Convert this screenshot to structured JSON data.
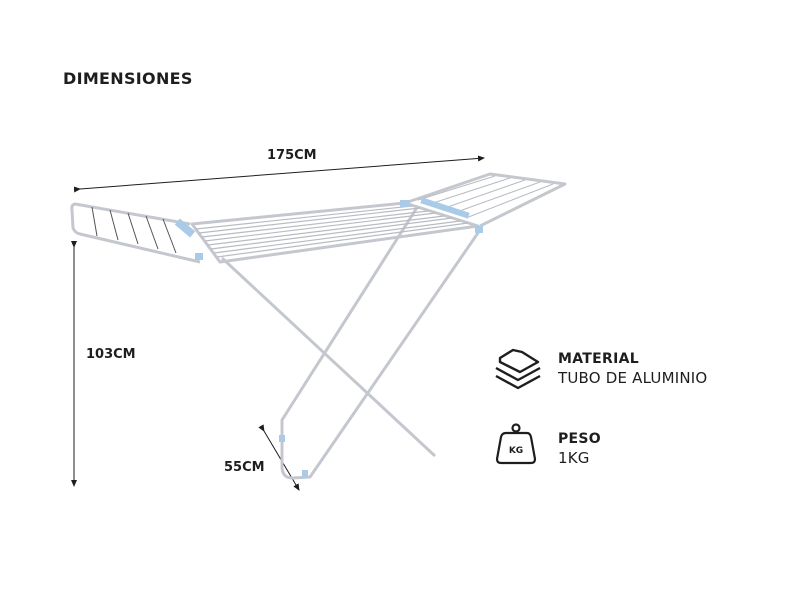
{
  "title": "DIMENSIONES",
  "dimensions": {
    "width": "175CM",
    "height": "103CM",
    "depth": "55CM"
  },
  "specs": [
    {
      "icon": "layers-icon",
      "label": "MATERIAL",
      "value": "TUBO DE ALUMINIO"
    },
    {
      "icon": "weight-kg-icon",
      "label": "PESO",
      "value": "1KG",
      "icon_text": "KG"
    }
  ],
  "colors": {
    "frame": "#c8ccd2",
    "accent": "#a9cbe8",
    "text": "#1e1e1e"
  }
}
